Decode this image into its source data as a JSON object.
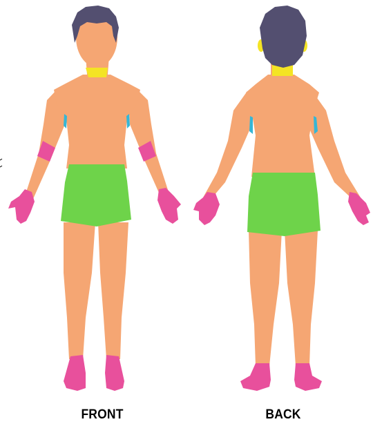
{
  "labels": {
    "front": "FRONT",
    "back": "BACK"
  },
  "colors": {
    "skin": "#F5A673",
    "hair": "#534F70",
    "neck_band": "#F4E424",
    "shorts": "#6ED34A",
    "hands_feet_wrists": "#E8509C",
    "armpit": "#35B6D6",
    "background": "#FFFFFF",
    "label_text": "#000000"
  },
  "views": [
    "front",
    "back"
  ]
}
